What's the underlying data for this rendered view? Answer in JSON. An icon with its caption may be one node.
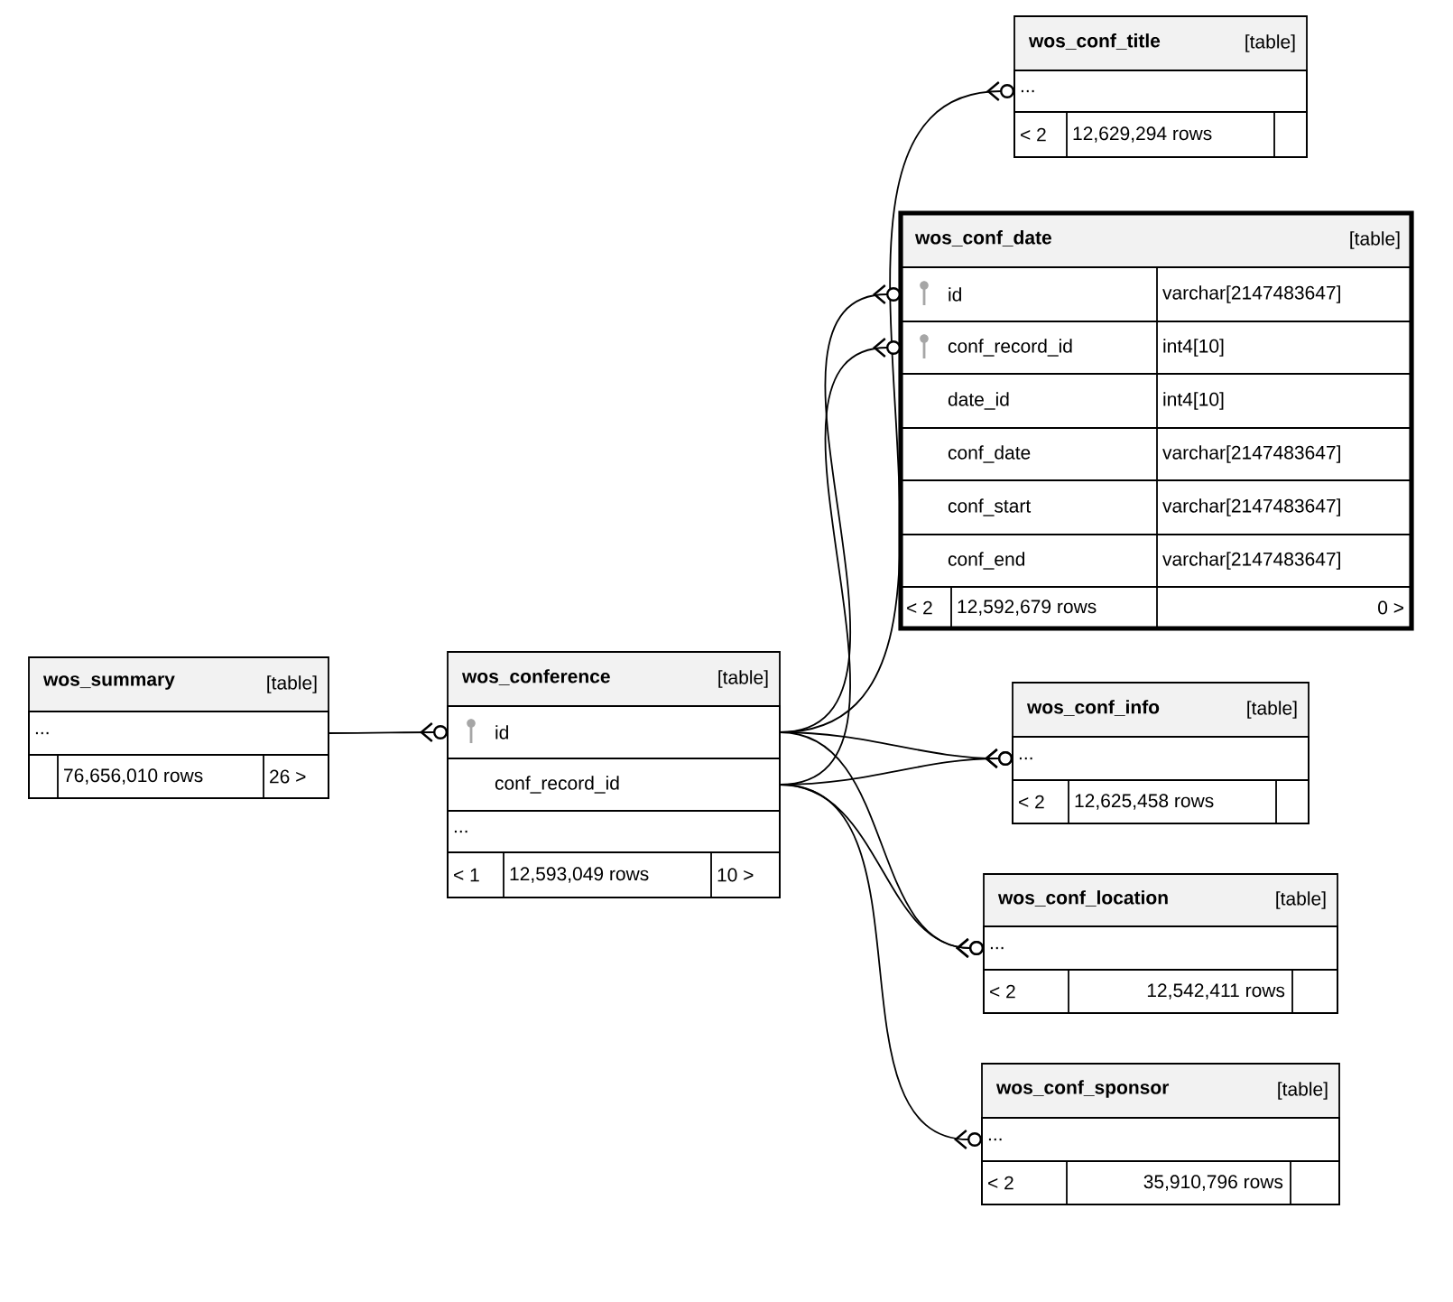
{
  "diagram": {
    "nodes": [
      {
        "text": [
          "wos_conf_title",
          "[table]"
        ]
      },
      {
        "text": [
          "..."
        ],
        "in": 0
      },
      {
        "text": [
          "< 2",
          "12,629,294 rows"
        ],
        "in": 0
      },
      {
        "text": [
          "wos_conf_date",
          "[table]"
        ]
      },
      {
        "text": [
          "id",
          "varchar[2147483647]"
        ],
        "in": 3
      },
      {
        "text": [
          "conf_record_id",
          "int4[10]"
        ],
        "in": 3
      },
      {
        "text": [
          "date_id",
          "int4[10]"
        ],
        "in": 3
      },
      {
        "text": [
          "conf_date",
          "varchar[2147483647]"
        ],
        "in": 3
      },
      {
        "text": [
          "conf_start",
          "varchar[2147483647]"
        ],
        "in": 3
      },
      {
        "text": [
          "conf_end",
          "varchar[2147483647]"
        ],
        "in": 3
      },
      {
        "text": [
          "< 2",
          "12,592,679 rows",
          "0 >"
        ],
        "in": 3
      },
      {
        "text": [
          "wos_summary",
          "[table]"
        ]
      },
      {
        "text": [
          "..."
        ],
        "in": 11
      },
      {
        "text": [
          "76,656,010 rows",
          "26 >"
        ],
        "in": 11
      },
      {
        "text": [
          "wos_conference",
          "[table]"
        ]
      },
      {
        "text": [
          "id"
        ],
        "in": 14
      },
      {
        "text": [
          "conf_record_id"
        ],
        "in": 14
      },
      {
        "text": [
          "..."
        ],
        "in": 14
      },
      {
        "text": [
          "< 1",
          "12,593,049 rows",
          "10 >"
        ],
        "in": 14
      },
      {
        "text": [
          "wos_conf_info",
          "[table]"
        ]
      },
      {
        "text": [
          "..."
        ],
        "in": 19
      },
      {
        "text": [
          "< 2",
          "12,625,458 rows"
        ],
        "in": 19
      },
      {
        "text": [
          "wos_conf_location",
          "[table]"
        ]
      },
      {
        "text": [
          "..."
        ],
        "in": 22
      },
      {
        "text": [
          "< 2",
          "12,542,411 rows"
        ],
        "in": 22
      },
      {
        "text": [
          "wos_conf_sponsor",
          "[table]"
        ]
      },
      {
        "text": [
          "..."
        ],
        "in": 25
      },
      {
        "text": [
          "< 2",
          "35,910,796 rows"
        ],
        "in": 25
      }
    ],
    "edges": [
      {
        "from": 12,
        "to": 15,
        "arrow": "other"
      },
      {
        "from": 15,
        "to": 1,
        "arrow": "other"
      },
      {
        "from": 15,
        "to": 4,
        "arrow": "other"
      },
      {
        "from": 16,
        "to": 5,
        "arrow": "other"
      },
      {
        "from": 15,
        "to": 20,
        "arrow": "other"
      },
      {
        "from": 16,
        "to": 20,
        "arrow": "other"
      },
      {
        "from": 15,
        "to": 23,
        "arrow": "other"
      },
      {
        "from": 16,
        "to": 23,
        "arrow": "other"
      },
      {
        "from": 16,
        "to": 26,
        "arrow": "other"
      }
    ]
  }
}
